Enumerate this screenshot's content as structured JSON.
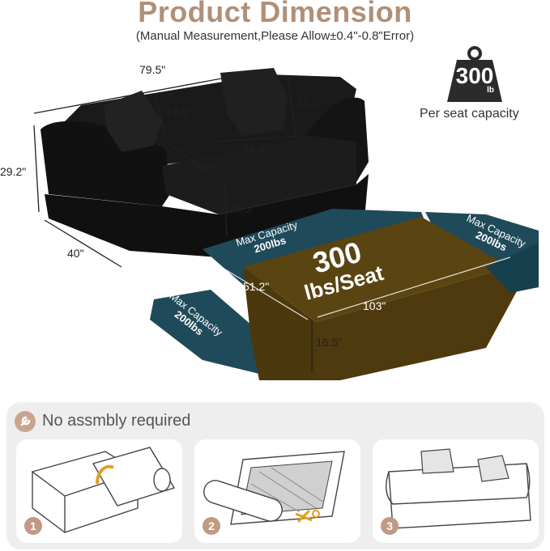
{
  "header": {
    "title": "Product Dimension",
    "subtitle": "(Manual Measurement,Please Allow±0.4\"-0.8\"Error)"
  },
  "sofa_dimensions": {
    "width": "79.5\"",
    "height": "29.2\"",
    "depth": "40\"",
    "back_height": "13.8\"",
    "arm_height": "21.2\"",
    "seat_width": "21.2\"",
    "seat_depth": "27.5\"",
    "seat_height": "16.5\""
  },
  "capacity_badge": {
    "value": "300",
    "unit": "lb",
    "caption": "Per seat capacity"
  },
  "unfolded": {
    "left_side_label": "Max Capacity",
    "left_side_value": "200lbs",
    "top_side_label": "Max Capacity",
    "top_side_value": "200lbs",
    "right_side_label": "Max Capacity",
    "right_side_value": "200lbs",
    "center_value": "300",
    "center_unit": "lbs/Seat",
    "depth": "51.2\"",
    "length": "103\"",
    "height": "16.5\""
  },
  "assembly": {
    "title": "No assmbly required",
    "steps": [
      "1",
      "2",
      "3"
    ]
  },
  "colors": {
    "title": "#b09078",
    "sofa": "#151515",
    "teal": "#1f4a5a",
    "olive": "#5a4412",
    "accent": "#c09a84",
    "panel": "#eeeeee"
  }
}
